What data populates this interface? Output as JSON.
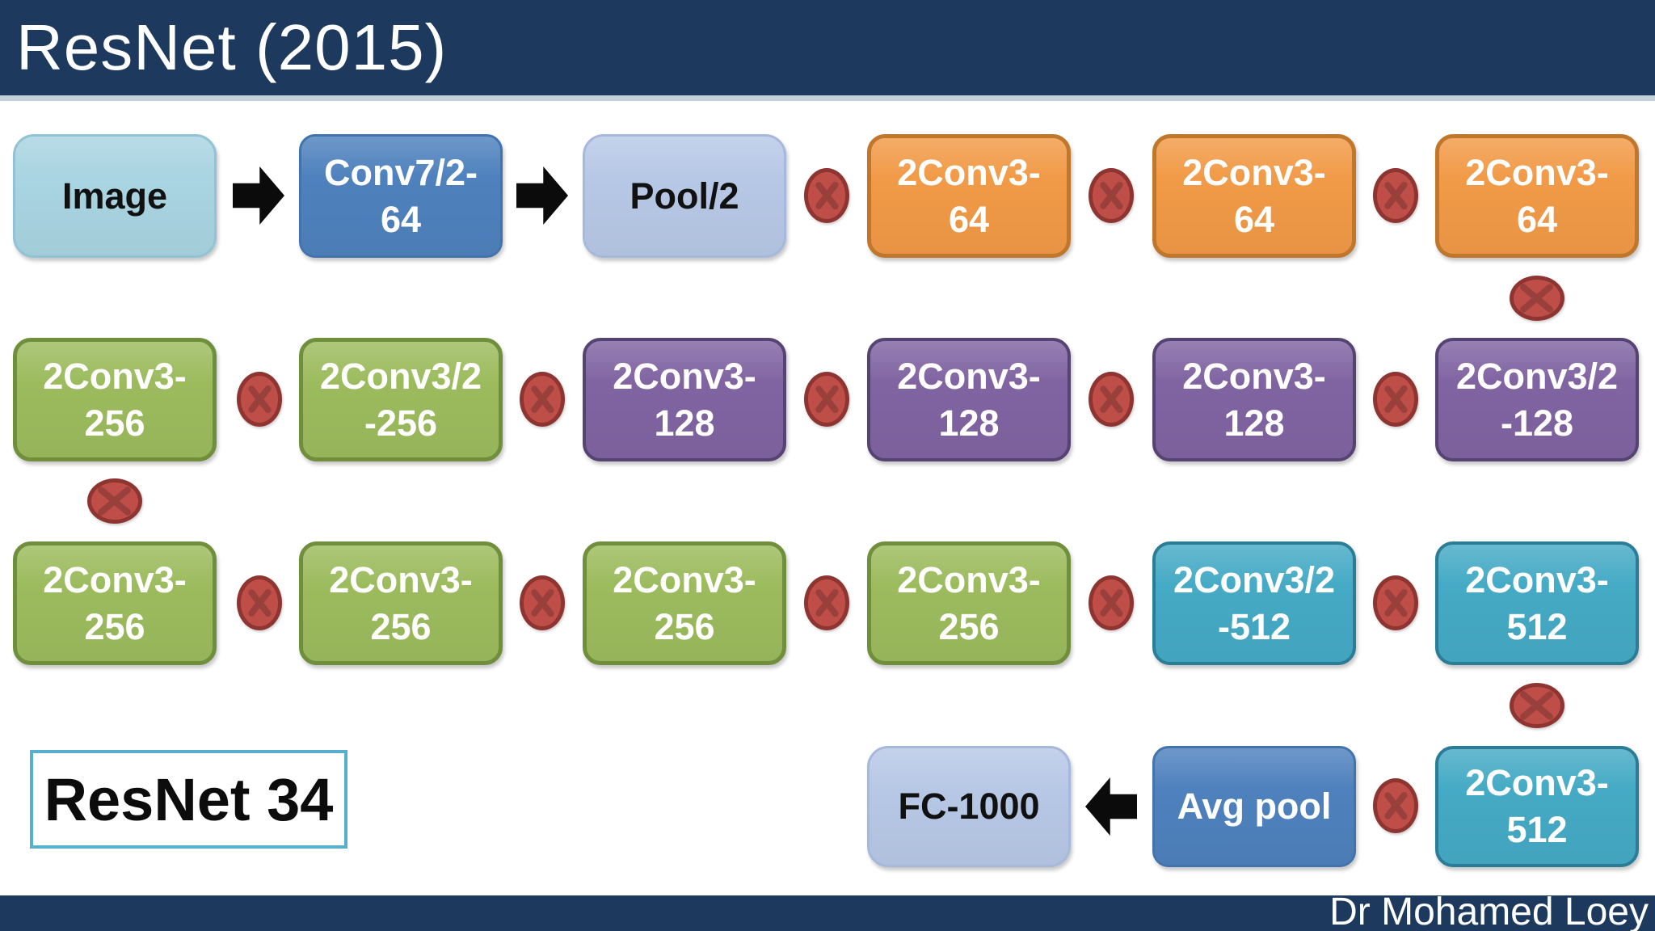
{
  "header": {
    "title": "ResNet (2015)"
  },
  "footer": {
    "author": "Dr Mohamed Loey"
  },
  "badge": {
    "label": "ResNet 34"
  },
  "colors": {
    "header_navy": "#1d3a5e",
    "header_underline": "#c3d2da",
    "box_light_cyan": "#a9d4e1",
    "box_periwinkle": "#b7c8e6",
    "box_blue": "#4e81bd",
    "box_orange": "#f19a47",
    "box_orange_border": "#c0772b",
    "box_green": "#9cbb5d",
    "box_green_border": "#6f8f3d",
    "box_purple": "#8064a2",
    "box_purple_border": "#554374",
    "box_teal": "#45aac5",
    "box_teal_border": "#2b7d97",
    "connector_fill": "#bf4e49",
    "connector_stroke": "#8e3532",
    "arrow_black": "#0b0b0b"
  },
  "diagram": {
    "rows": [
      {
        "boxes": [
          {
            "label": "Image"
          },
          {
            "label": "Conv7/2-\n64"
          },
          {
            "label": "Pool/2"
          },
          {
            "label": "2Conv3-\n64"
          },
          {
            "label": "2Conv3-\n64"
          },
          {
            "label": "2Conv3-\n64"
          }
        ]
      },
      {
        "boxes": [
          {
            "label": "2Conv3-\n256"
          },
          {
            "label": "2Conv3/2\n-256"
          },
          {
            "label": "2Conv3-\n128"
          },
          {
            "label": "2Conv3-\n128"
          },
          {
            "label": "2Conv3-\n128"
          },
          {
            "label": "2Conv3/2\n-128"
          }
        ]
      },
      {
        "boxes": [
          {
            "label": "2Conv3-\n256"
          },
          {
            "label": "2Conv3-\n256"
          },
          {
            "label": "2Conv3-\n256"
          },
          {
            "label": "2Conv3-\n256"
          },
          {
            "label": "2Conv3/2\n-512"
          },
          {
            "label": "2Conv3-\n512"
          }
        ]
      },
      {
        "boxes": [
          {
            "label": "FC-1000"
          },
          {
            "label": "Avg pool"
          },
          {
            "label": "2Conv3-\n512"
          }
        ]
      }
    ]
  }
}
